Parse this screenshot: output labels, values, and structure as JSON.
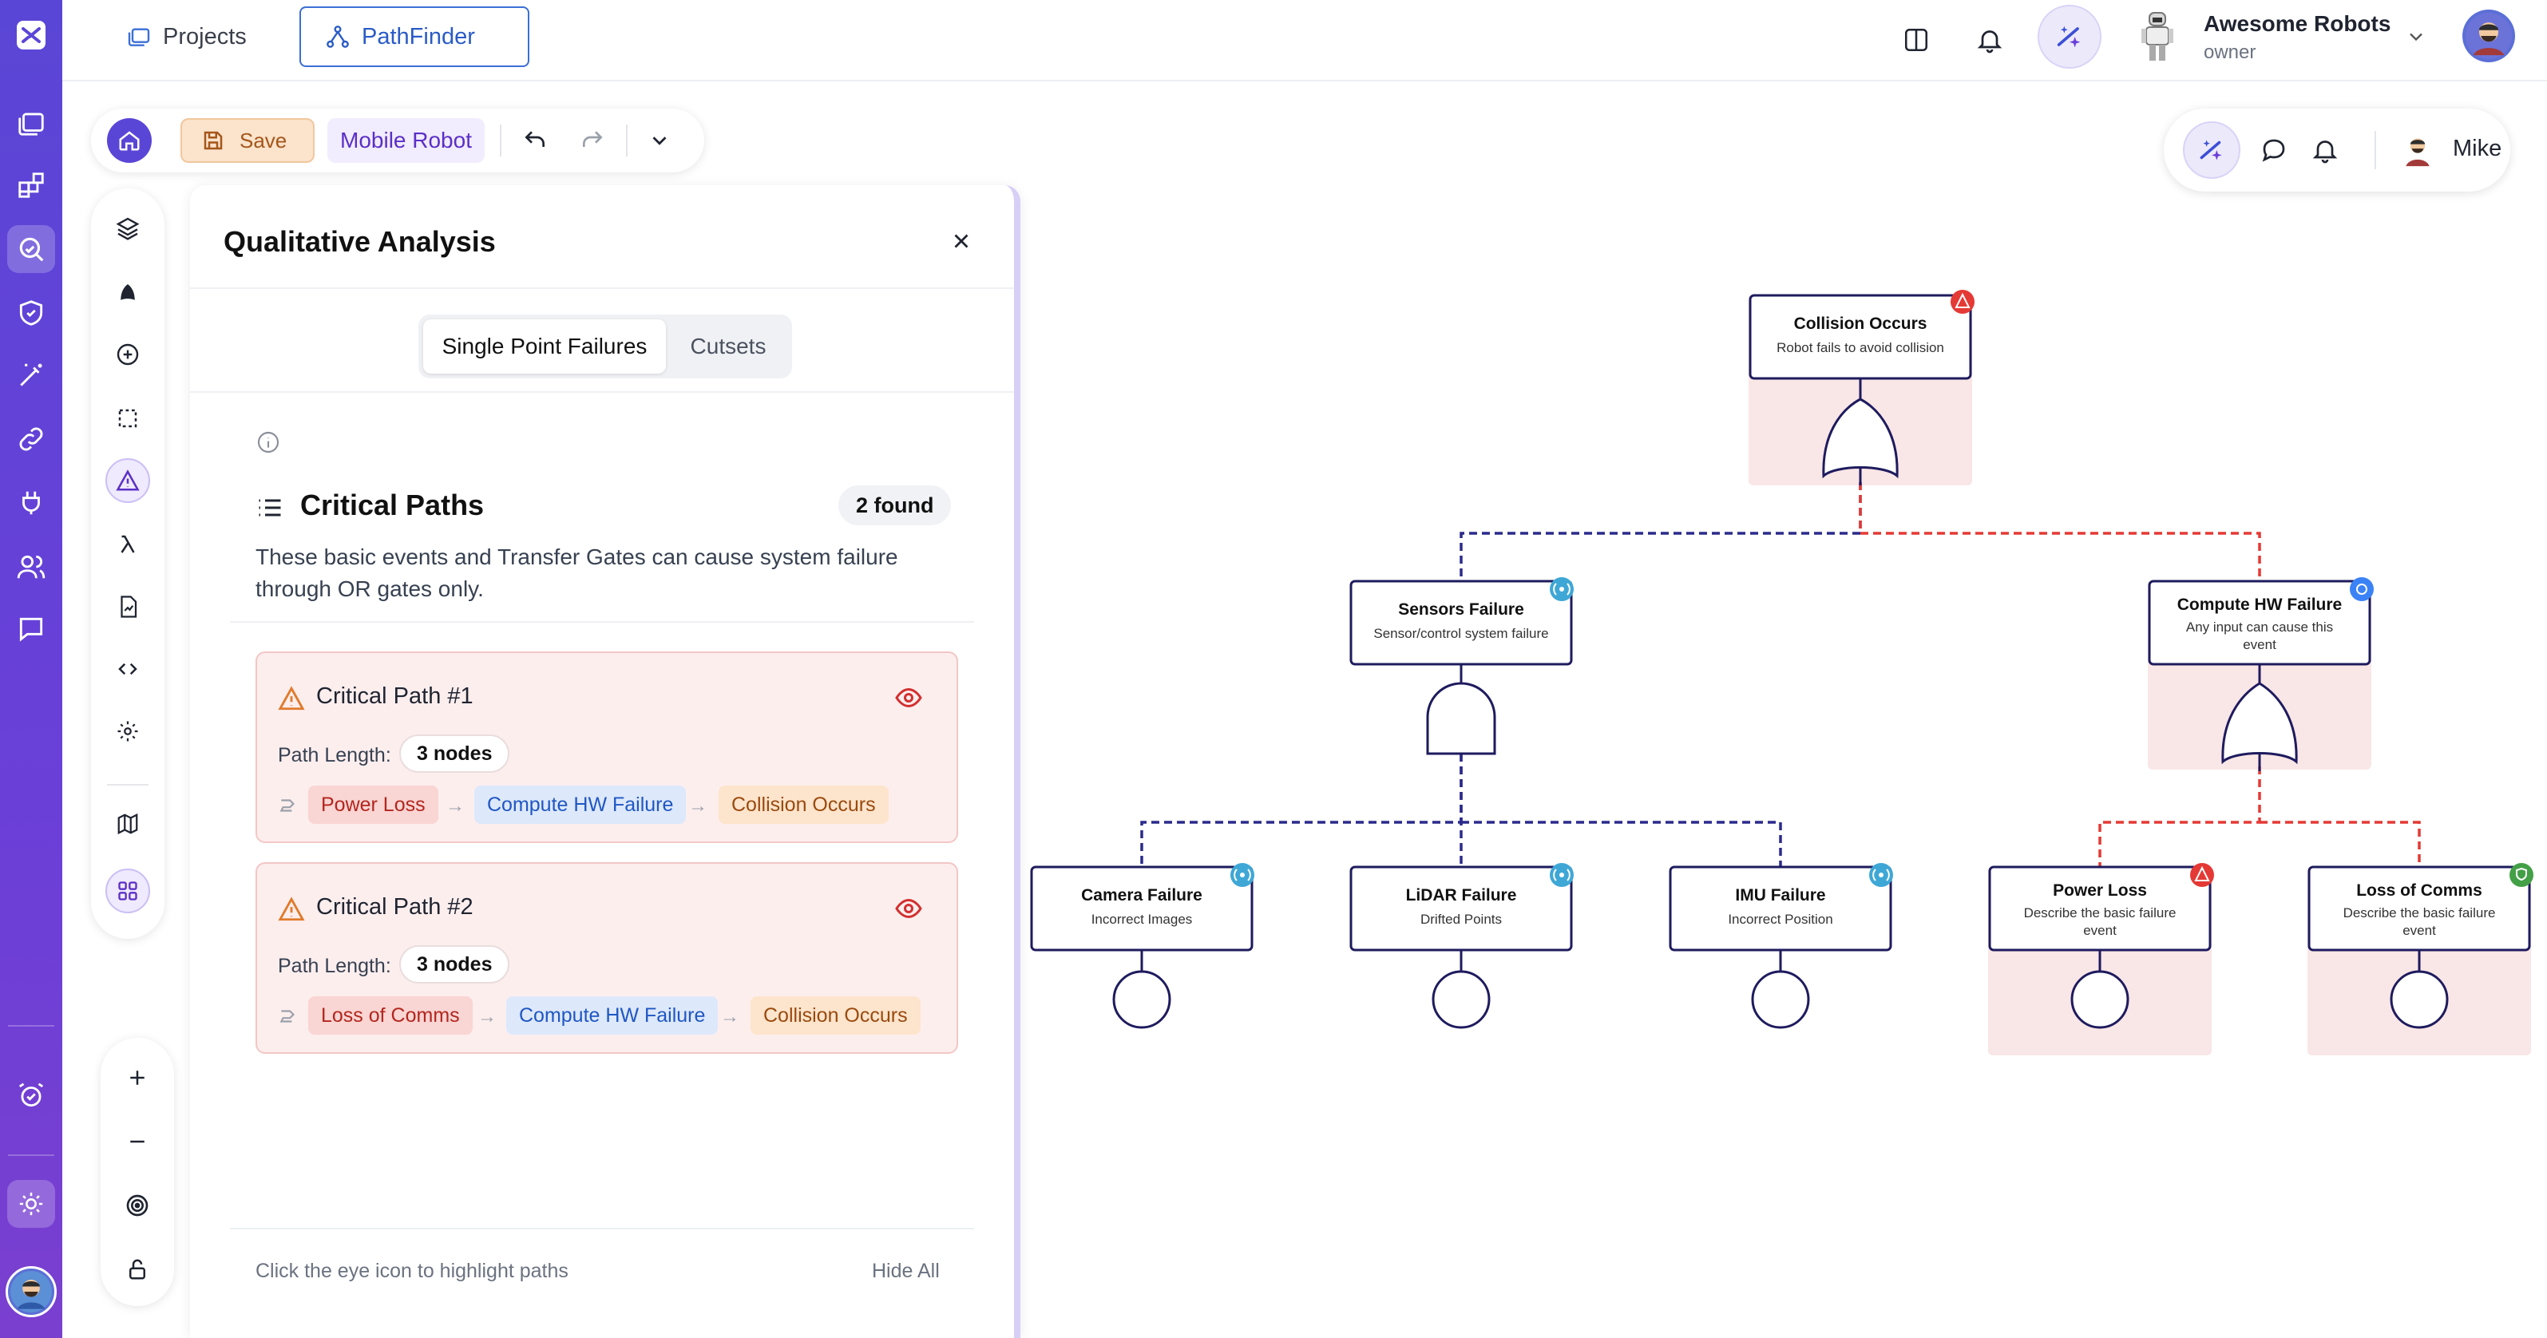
{
  "nav": {
    "projects_tab": "Projects",
    "pathfinder_tab": "PathFinder"
  },
  "org": {
    "name": "Awesome Robots",
    "role": "owner"
  },
  "toolbar": {
    "save_label": "Save",
    "model_name": "Mobile Robot"
  },
  "panel": {
    "title": "Qualitative Analysis",
    "tabs": [
      "Single Point Failures",
      "Cutsets"
    ],
    "active_tab": "Single Point Failures",
    "section_title": "Critical Paths",
    "found_badge": "2 found",
    "description": "These basic events and Transfer Gates can cause system failure through OR gates only.",
    "paths": [
      {
        "title": "Critical Path #1",
        "length_label": "Path Length:",
        "length_value": "3 nodes",
        "nodes": [
          "Power Loss",
          "Compute HW Failure",
          "Collision Occurs"
        ]
      },
      {
        "title": "Critical Path #2",
        "length_label": "Path Length:",
        "length_value": "3 nodes",
        "nodes": [
          "Loss of Comms",
          "Compute HW Failure",
          "Collision Occurs"
        ]
      }
    ],
    "footer_hint": "Click the eye icon to highlight paths",
    "hide_all": "Hide All"
  },
  "user": {
    "name": "Mike"
  },
  "diagram": {
    "top_event": {
      "title": "Collision Occurs",
      "subtitle": "Robot fails to avoid collision",
      "gate": "OR",
      "highlighted": true
    },
    "sensors": {
      "title": "Sensors Failure",
      "subtitle": "Sensor/control system failure",
      "gate": "AND",
      "highlighted": false
    },
    "compute": {
      "title": "Compute HW Failure",
      "subtitle_1": "Any input can cause this",
      "subtitle_2": "event",
      "gate": "OR",
      "highlighted": true
    },
    "camera": {
      "title": "Camera Failure",
      "subtitle": "Incorrect Images"
    },
    "lidar": {
      "title": "LiDAR Failure",
      "subtitle": "Drifted Points"
    },
    "imu": {
      "title": "IMU Failure",
      "subtitle": "Incorrect Position"
    },
    "power": {
      "title": "Power Loss",
      "subtitle_1": "Describe the basic failure",
      "subtitle_2": "event",
      "highlighted": true
    },
    "comms": {
      "title": "Loss of Comms",
      "subtitle_1": "Describe the basic failure",
      "subtitle_2": "event",
      "highlighted": true
    }
  },
  "colors": {
    "brand_purple": "#5a46d6",
    "node_border": "#1e1b5e",
    "highlight_fill": "#f9e6e6",
    "critical_line": "#e53935",
    "normal_line": "#2b2a8c"
  }
}
